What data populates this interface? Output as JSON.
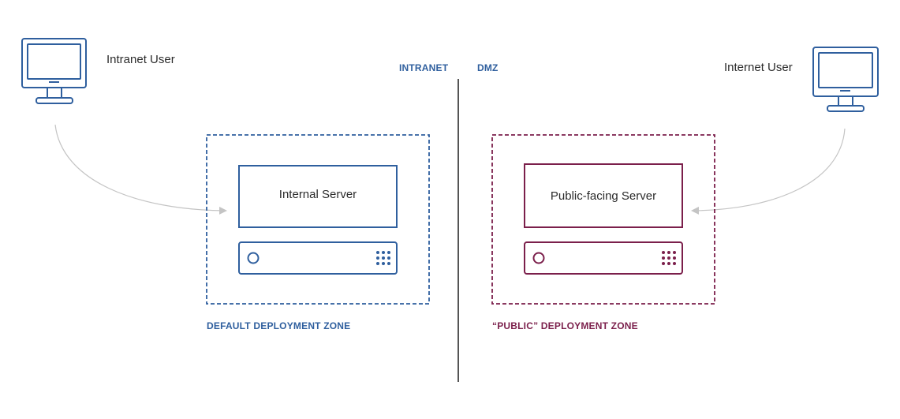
{
  "users": {
    "intranet": {
      "label": "Intranet User",
      "icon": "monitor-icon"
    },
    "internet": {
      "label": "Internet User",
      "icon": "monitor-icon"
    }
  },
  "divider": {
    "left_label": "INTRANET",
    "right_label": "DMZ"
  },
  "zones": {
    "default": {
      "label": "DEFAULT DEPLOYMENT ZONE",
      "server_label": "Internal Server",
      "color": "#2f5f9e"
    },
    "public": {
      "label": "“PUBLIC” DEPLOYMENT ZONE",
      "server_label": "Public-facing Server",
      "color": "#7b1f4b"
    }
  },
  "colors": {
    "arrow": "#c4c4c4",
    "divider": "#555555",
    "monitor": "#2f5f9e"
  }
}
